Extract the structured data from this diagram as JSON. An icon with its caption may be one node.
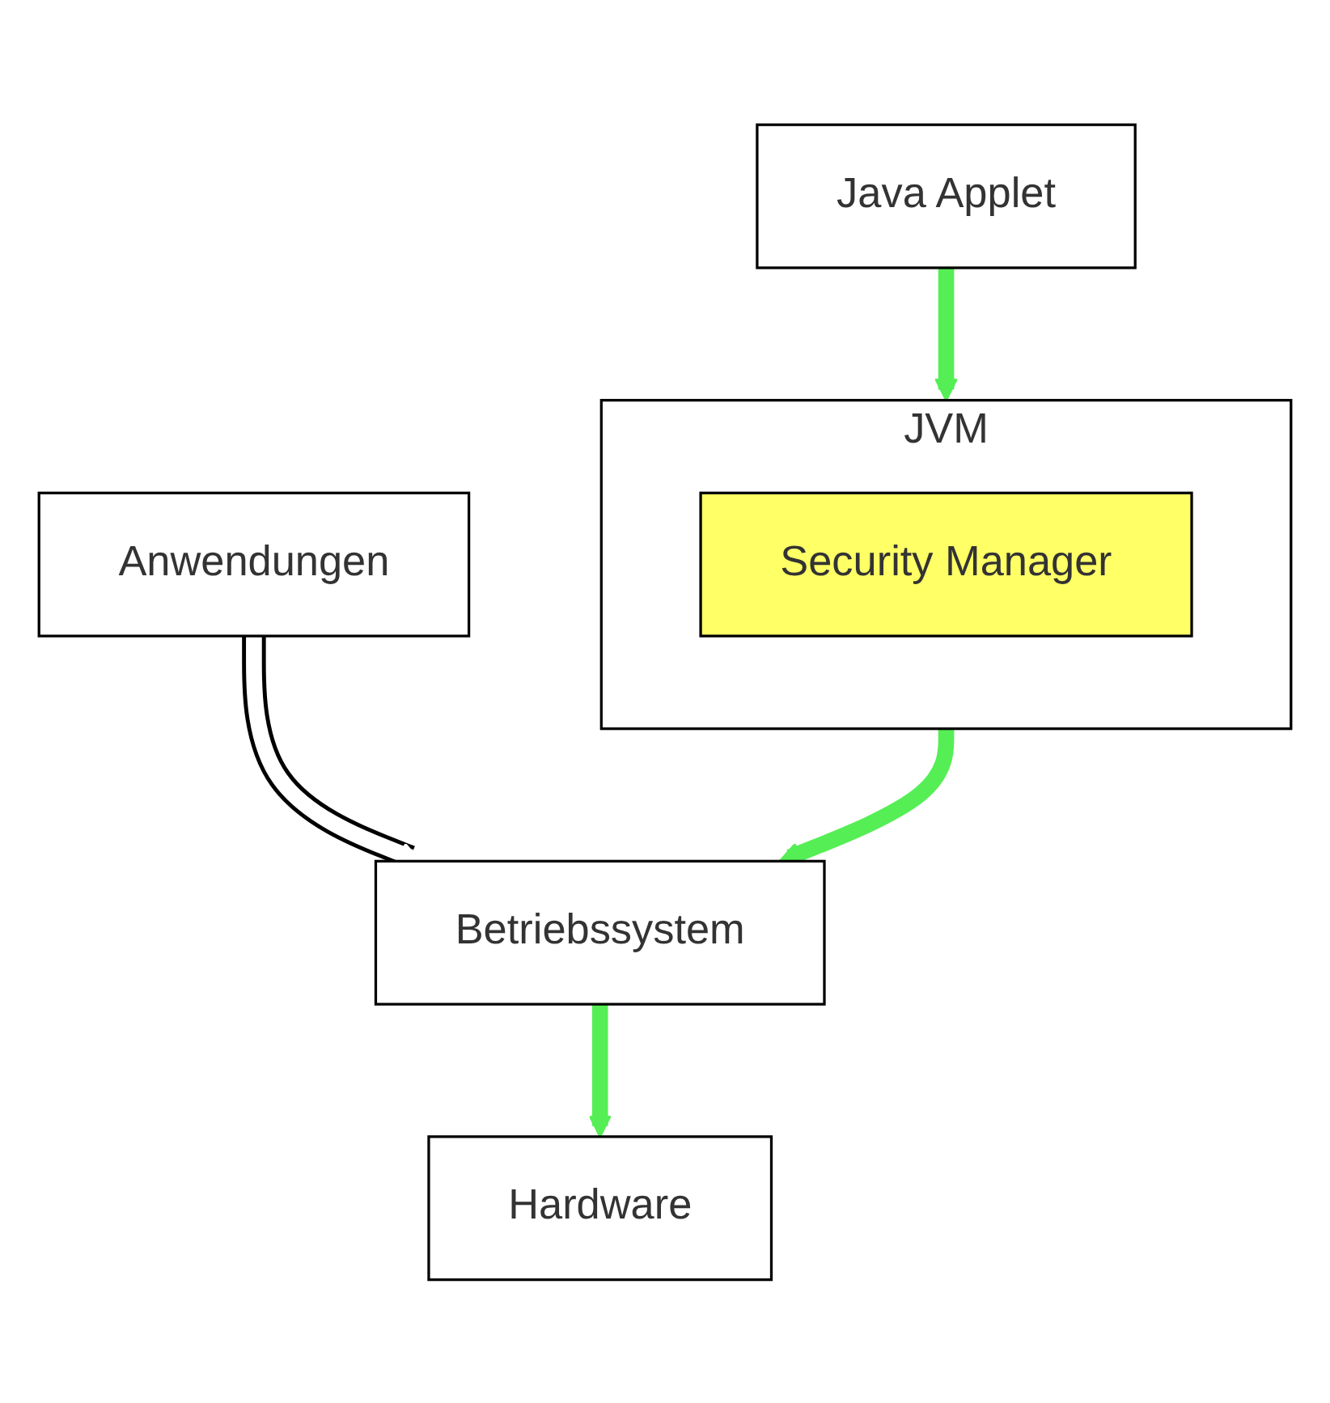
{
  "diagram": {
    "nodes": [
      {
        "text": [
          "Java Applet"
        ]
      },
      {
        "text": [
          "JVM"
        ]
      },
      {
        "text": [
          "Security Manager"
        ],
        "in": 1
      },
      {
        "text": [
          "Anwendungen"
        ]
      },
      {
        "text": [
          "Betriebssystem"
        ]
      },
      {
        "text": [
          "Hardware"
        ]
      }
    ],
    "edges": [
      {
        "from": 0,
        "to": 1,
        "arrow": "to"
      },
      {
        "from": 1,
        "to": 4,
        "arrow": "to"
      },
      {
        "from": 3,
        "to": 4,
        "arrow": "to",
        "color": "#ffffff"
      },
      {
        "from": 4,
        "to": 5,
        "arrow": "to"
      }
    ]
  }
}
